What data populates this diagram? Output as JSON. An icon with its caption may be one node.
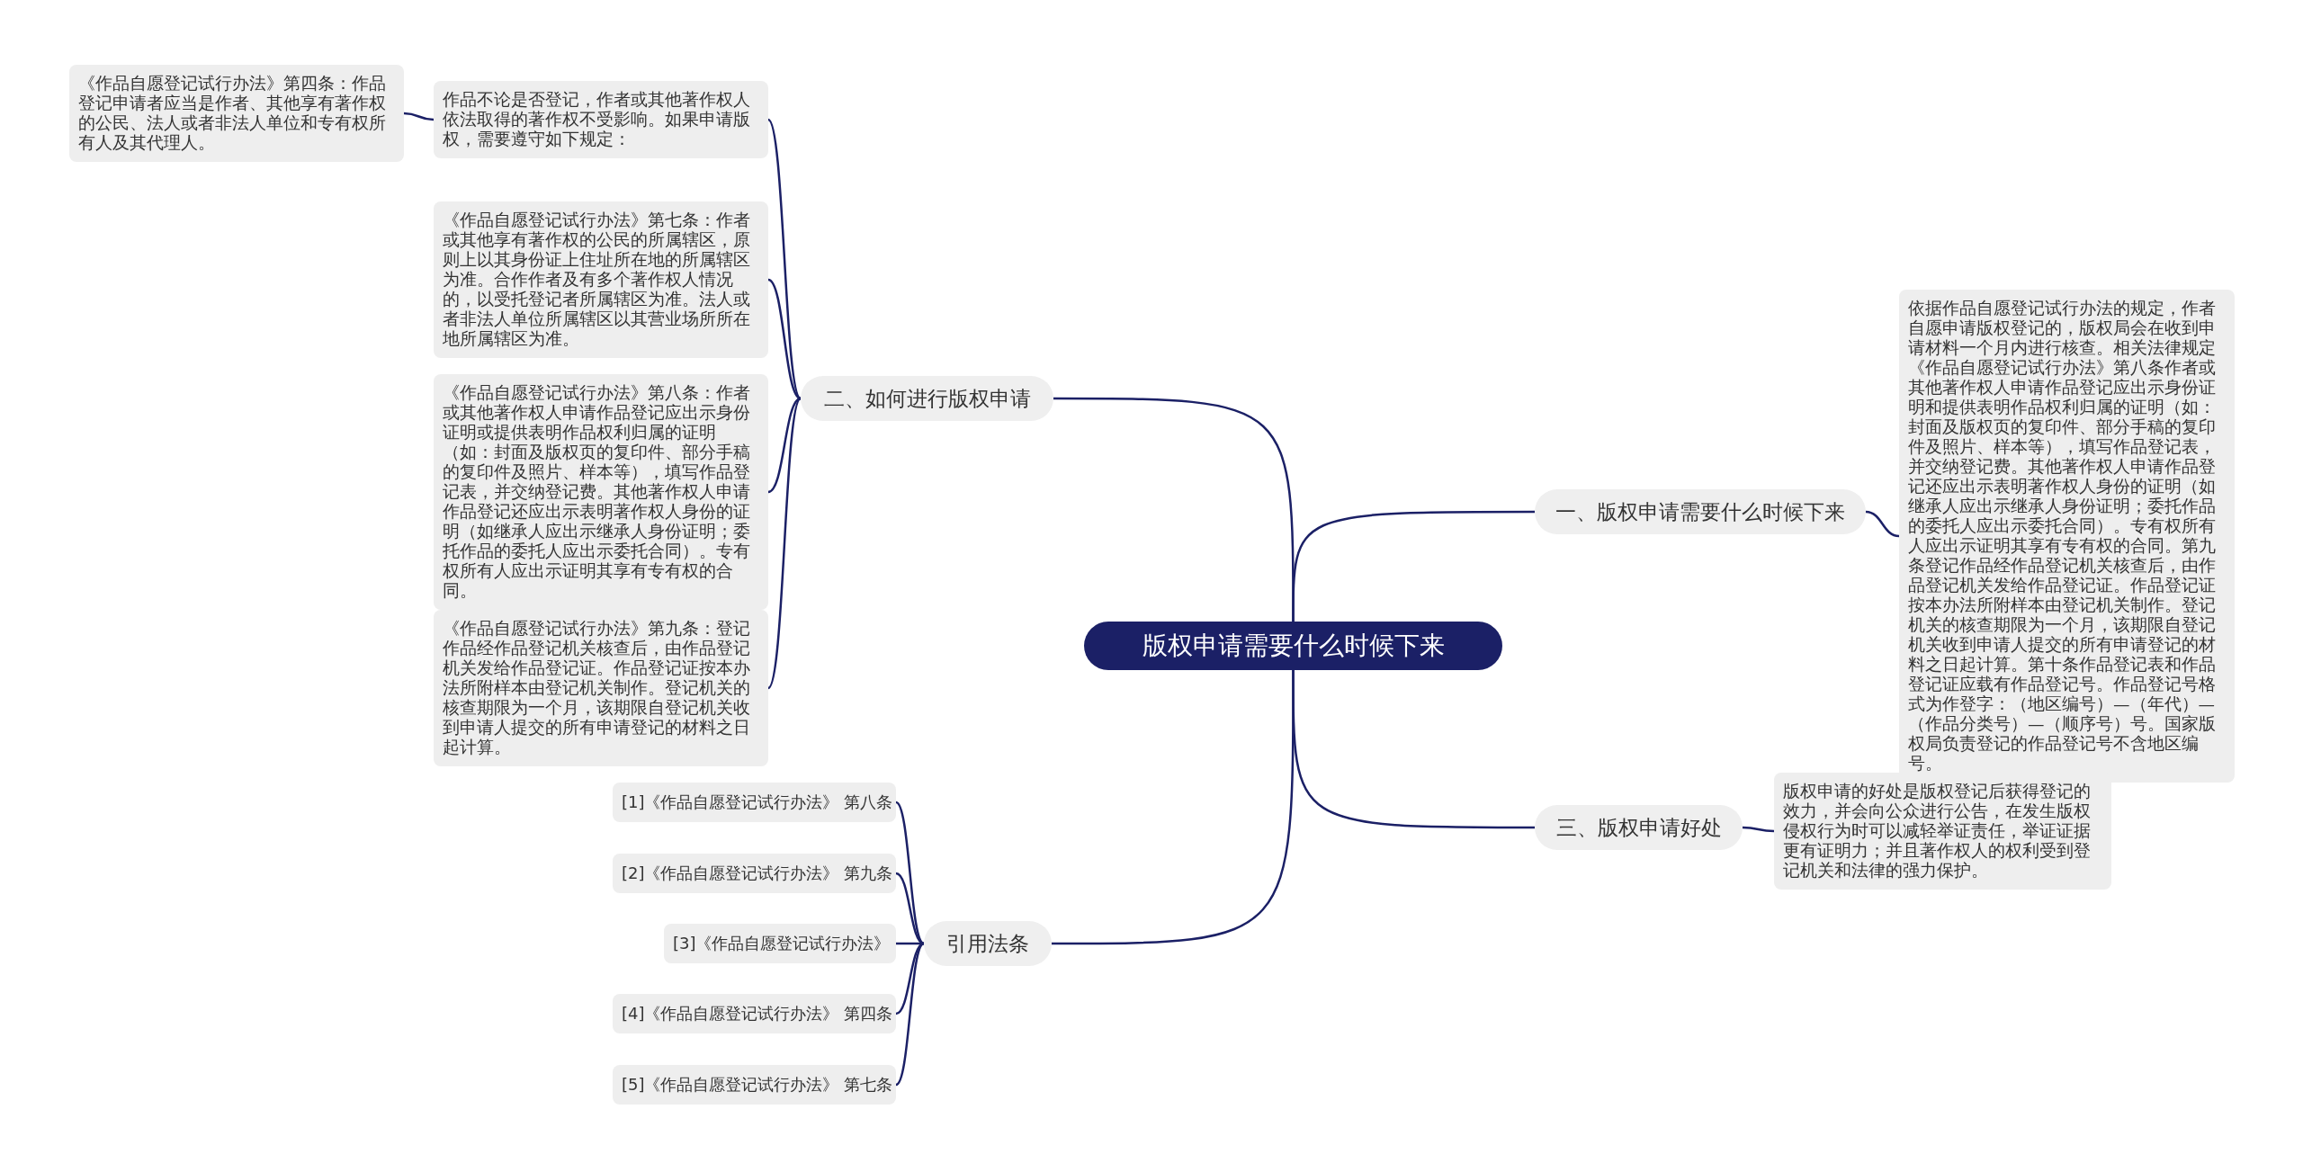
{
  "diagram": {
    "nodes": [
      {
        "text": [
          "版权申请需要什么时候下来"
        ]
      },
      {
        "text": [
          "一、版权申请需要什么时候下来"
        ]
      },
      {
        "text": [
          "依据作品自愿登记试行办法的规定，作者自愿申请版权登记的，版权局会在收到申请材料一个月内进行核查。相关法律规定《作品自愿登记试行办法》第八条作者或其他著作权人申请作品登记应出示身份证明和提供表明作品权利归属的证明（如：封面及版权页的复印件、部分手稿的复印件及照片、样本等），填写作品登记表，并交纳登记费。其他著作权人申请作品登记还应出示表明著作权人身份的证明（如继承人应出示继承人身份证明；委托作品的委托人应出示委托合同）。专有权所有人应出示证明其享有专有权的合同。第九条登记作品经作品登记机关核查后，由作品登记机关发给作品登记证。作品登记证按本办法所附样本由登记机关制作。登记机关的核查期限为一个月，该期限自登记机关收到申请人提交的所有申请登记的材料之日起计算。第十条作品登记表和作品登记证应载有作品登记号。作品登记号格式为作登字：（地区编号）—（年代）—（作品分类号）—（顺序号）号。国家版权局负责登记的作品登记号不含地区编号。"
        ]
      },
      {
        "text": [
          "三、版权申请好处"
        ]
      },
      {
        "text": [
          "版权申请的好处是版权登记后获得登记的效力，并会向公众进行公告，在发生版权侵权行为时可以减轻举证责任，举证证据更有证明力；并且著作权人的权利受到登记机关和法律的强力保护。"
        ]
      },
      {
        "text": [
          "二、如何进行版权申请"
        ]
      },
      {
        "text": [
          "作品不论是否登记，作者或其他著作权人依法取得的著作权不受影响。如果申请版权，需要遵守如下规定："
        ]
      },
      {
        "text": [
          "《作品自愿登记试行办法》第四条：作品登记申请者应当是作者、其他享有著作权的公民、法人或者非法人单位和专有权所有人及其代理人。"
        ]
      },
      {
        "text": [
          "《作品自愿登记试行办法》第七条：作者或其他享有著作权的公民的所属辖区，原则上以其身份证上住址所在地的所属辖区为准。合作作者及有多个著作权人情况的，以受托登记者所属辖区为准。法人或者非法人单位所属辖区以其营业场所所在地所属辖区为准。"
        ]
      },
      {
        "text": [
          "《作品自愿登记试行办法》第八条：作者或其他著作权人申请作品登记应出示身份证明或提供表明作品权利归属的证明（如：封面及版权页的复印件、部分手稿的复印件及照片、样本等），填写作品登记表，并交纳登记费。其他著作权人申请作品登记还应出示表明著作权人身份的证明（如继承人应出示继承人身份证明；委托作品的委托人应出示委托合同）。专有权所有人应出示证明其享有专有权的合同。"
        ]
      },
      {
        "text": [
          "《作品自愿登记试行办法》第九条：登记作品经作品登记机关核查后，由作品登记机关发给作品登记证。作品登记证按本办法所附样本由登记机关制作。登记机关的核查期限为一个月，该期限自登记机关收到申请人提交的所有申请登记的材料之日起计算。"
        ]
      },
      {
        "text": [
          "引用法条"
        ]
      },
      {
        "text": [
          "[1]《作品自愿登记试行办法》 第八条"
        ]
      },
      {
        "text": [
          "[2]《作品自愿登记试行办法》 第九条"
        ]
      },
      {
        "text": [
          "[3]《作品自愿登记试行办法》"
        ]
      },
      {
        "text": [
          "[4]《作品自愿登记试行办法》 第四条"
        ]
      },
      {
        "text": [
          "[5]《作品自愿登记试行办法》 第七条"
        ]
      }
    ],
    "edges": [
      {
        "from": 0,
        "to": 1,
        "arrow": "none"
      },
      {
        "from": 1,
        "to": 2,
        "arrow": "none"
      },
      {
        "from": 0,
        "to": 3,
        "arrow": "none"
      },
      {
        "from": 3,
        "to": 4,
        "arrow": "none"
      },
      {
        "from": 0,
        "to": 5,
        "arrow": "none"
      },
      {
        "from": 5,
        "to": 6,
        "arrow": "none"
      },
      {
        "from": 6,
        "to": 7,
        "arrow": "none"
      },
      {
        "from": 5,
        "to": 8,
        "arrow": "none"
      },
      {
        "from": 5,
        "to": 9,
        "arrow": "none"
      },
      {
        "from": 5,
        "to": 10,
        "arrow": "none"
      },
      {
        "from": 0,
        "to": 11,
        "arrow": "none"
      },
      {
        "from": 11,
        "to": 12,
        "arrow": "none"
      },
      {
        "from": 11,
        "to": 13,
        "arrow": "none"
      },
      {
        "from": 11,
        "to": 14,
        "arrow": "none"
      },
      {
        "from": 11,
        "to": 15,
        "arrow": "none"
      },
      {
        "from": 11,
        "to": 16,
        "arrow": "none"
      }
    ]
  }
}
